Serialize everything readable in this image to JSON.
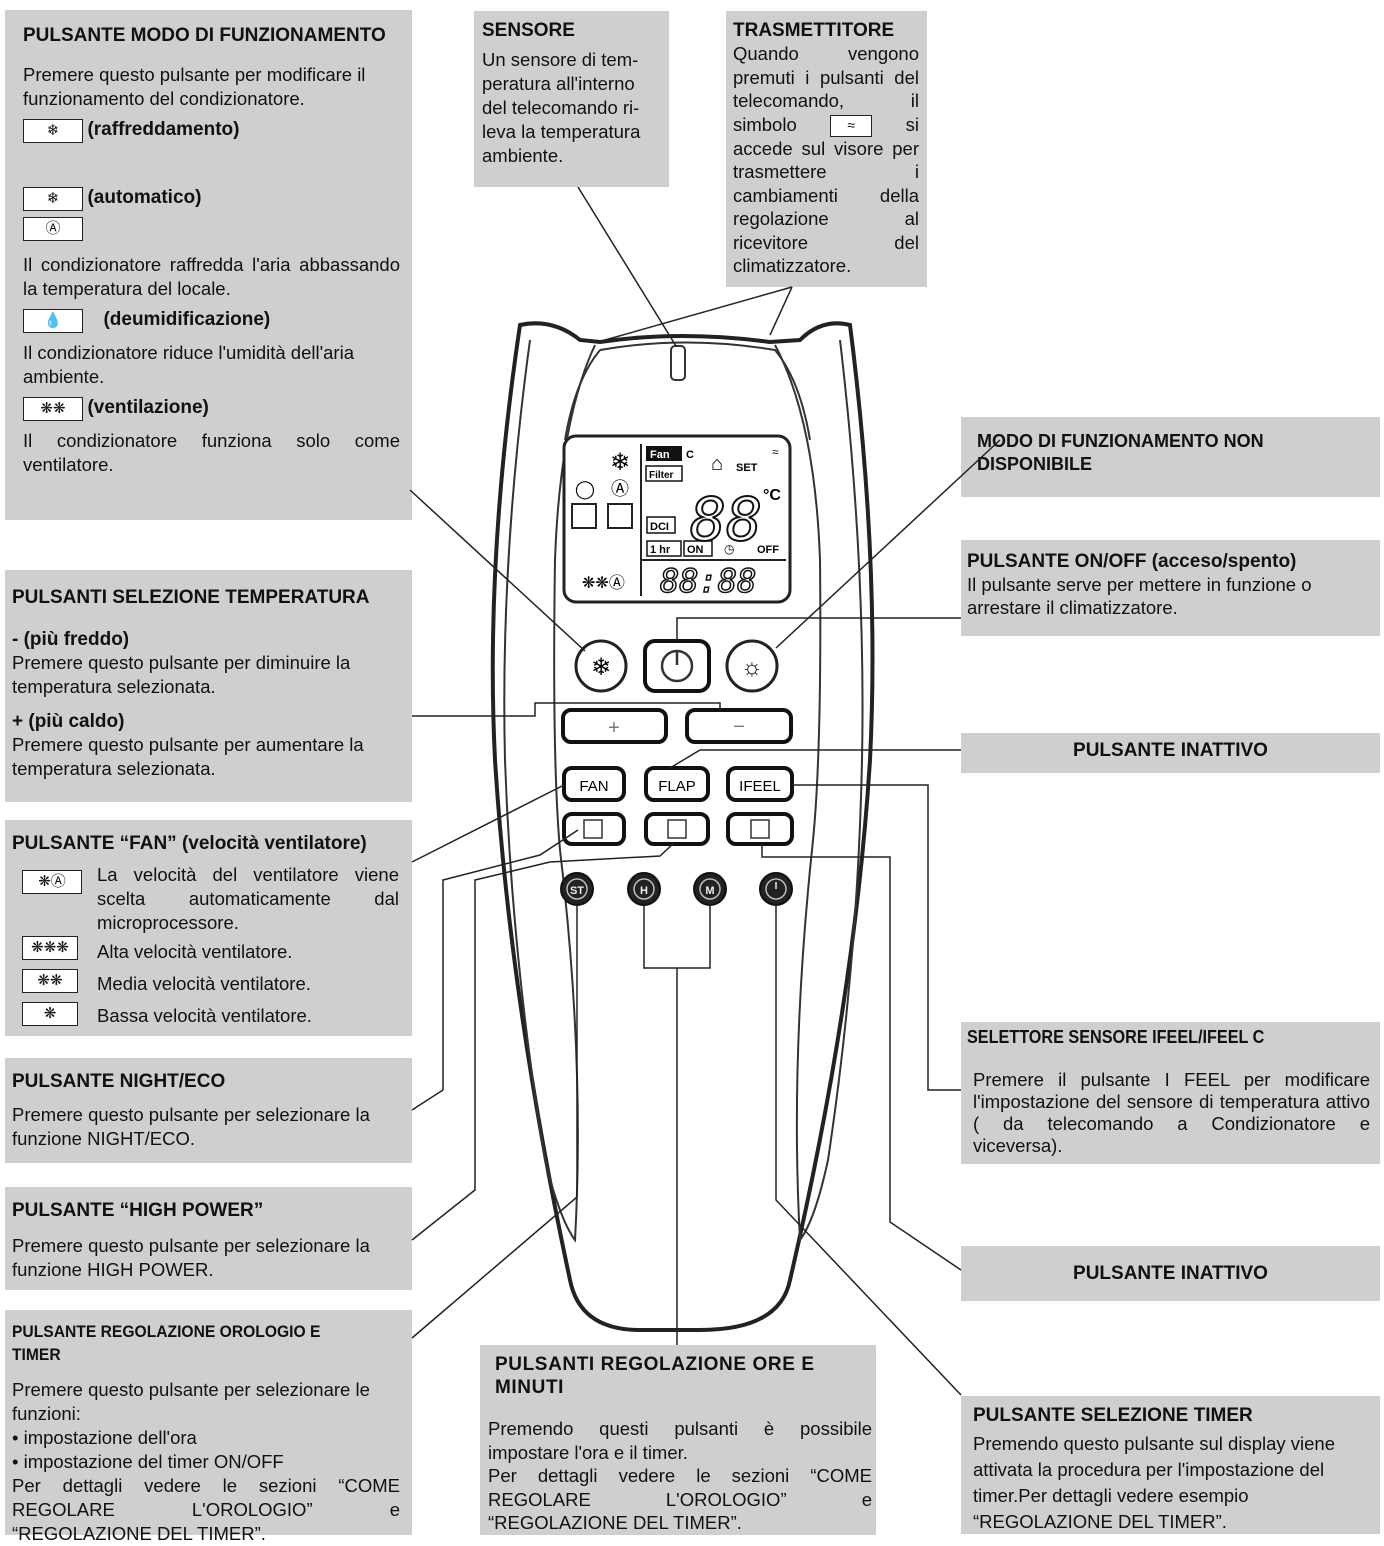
{
  "mode": {
    "title": "PULSANTE MODO DI FUNZIONAMENTO",
    "intro": "Premere questo pulsante per modificare il funzionamento del condizionatore.",
    "cooling_label": "(raffreddamento)",
    "auto_label": "(automatico)",
    "cooling_desc": "Il condizionatore raffredda l'aria abbassando la temperatura del locale.",
    "dry_label": "(deumidificazione)",
    "dry_desc": "Il condizionatore riduce l'umidità dell'aria ambiente.",
    "fan_label": "(ventilazione)",
    "fan_desc": "Il condizionatore funziona solo come ventilatore."
  },
  "sensor": {
    "title": "SENSORE",
    "text": "Un sensore di tem-peratura all'interno del telecomando ri-leva la temperatura ambiente."
  },
  "transmitter": {
    "title": "TRASMETTITORE",
    "text_before": "Quando vengono premuti i pulsanti del telecomando, il simbolo",
    "text_after": "si accede sul visore per trasmettere i cambiamenti della regolazione al ricevitore del climatizzatore."
  },
  "unavailable": {
    "title": "MODO DI FUNZIONAMENTO NON DISPONIBILE"
  },
  "onoff": {
    "title": "PULSANTE ON/OFF (acceso/spento)",
    "text": "Il pulsante serve per mettere in funzione o arrestare il climatizzatore."
  },
  "temp": {
    "title": "PULSANTI SELEZIONE TEMPERATURA",
    "minus_label": "- (più freddo)",
    "minus_text": "Premere questo pulsante per diminuire la temperatura selezionata.",
    "plus_label": "+ (più caldo)",
    "plus_text": "Premere questo pulsante per aumentare la temperatura selezionata."
  },
  "inactive1": {
    "title": "PULSANTE INATTIVO"
  },
  "fan": {
    "title": "PULSANTE “FAN” (velocità ventilatore)",
    "auto_text": "La velocità del ventilatore viene scelta automaticamente dal microprocessore.",
    "high_text": "Alta velocità ventilatore.",
    "medium_text": "Media velocità ventilatore.",
    "low_text": "Bassa velocità ventilatore."
  },
  "ifeel": {
    "title": "SELETTORE SENSORE IFEEL/IFEEL C",
    "text": "Premere il pulsante I FEEL per modificare l'impostazione del sensore di temperatura attivo ( da telecomando a Condizionatore e viceversa)."
  },
  "night": {
    "title": "PULSANTE NIGHT/ECO",
    "text": "Premere questo pulsante per selezionare la funzione NIGHT/ECO."
  },
  "high": {
    "title": "PULSANTE “HIGH POWER”",
    "text": "Premere questo pulsante per selezionare la funzione HIGH POWER."
  },
  "inactive2": {
    "title": "PULSANTE INATTIVO"
  },
  "clock": {
    "title": "PULSANTE REGOLAZIONE OROLOGIO E TIMER",
    "intro": "Premere questo pulsante per selezionare le funzioni:",
    "bullet1": "• impostazione dell'ora",
    "bullet2": "• impostazione del timer ON/OFF",
    "text": "Per dettagli vedere le sezioni “COME REGOLARE L'OROLOGIO” e “REGOLAZIONE DEL TIMER”."
  },
  "hours": {
    "title": "PULSANTI REGOLAZIONE ORE E MINUTI",
    "text1": "Premendo questi pulsanti è possibile impostare l'ora e il timer.",
    "text2": "Per dettagli vedere le sezioni “COME REGOLARE L'OROLOGIO” e “REGOLAZIONE DEL TIMER”."
  },
  "timer": {
    "title": "PULSANTE SELEZIONE TIMER",
    "text": "Premendo questo pulsante sul display viene attivata la procedura per l'impostazione del timer.Per dettagli vedere esempio “REGOLAZIONE DEL TIMER”."
  },
  "remote": {
    "btn_fan": "FAN",
    "btn_flap": "FLAP",
    "btn_ifeel": "IFEEL",
    "btn_plus": "+",
    "btn_minus": "−",
    "btn_st": "ST",
    "btn_h": "H",
    "btn_m": "M",
    "lcd_fan": "Fan",
    "lcd_fan_c": "C",
    "lcd_filter": "Filter",
    "lcd_set": "SET",
    "lcd_temp": "88",
    "lcd_unit": "°C",
    "lcd_dci": "DCI",
    "lcd_1hr": "1 hr",
    "lcd_on": "ON",
    "lcd_off": "OFF",
    "lcd_clock": "88:88"
  },
  "icons": {
    "cool": "snowflake-icon",
    "auto": "auto-a-icon",
    "dry": "droplet-icon",
    "fan": "fan-icon",
    "signal": "signal-icon"
  }
}
